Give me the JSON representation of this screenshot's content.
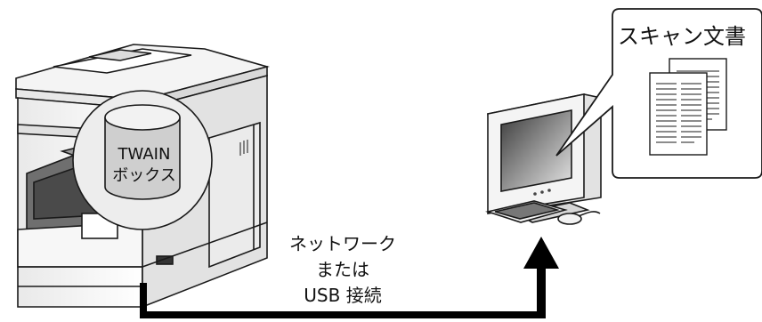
{
  "diagram": {
    "twain_box": {
      "line1": "TWAIN",
      "line2": "ボックス"
    },
    "connection": {
      "line1": "ネットワーク",
      "line2": "または",
      "line3": "USB 接続"
    },
    "speech_bubble": {
      "title": "スキャン文書"
    },
    "colors": {
      "line": "#111111",
      "printer_body": "#f2f2f2",
      "printer_shade": "#9a9a9a",
      "monitor_screen": "#7a7a7a",
      "connector": "#000000"
    }
  }
}
